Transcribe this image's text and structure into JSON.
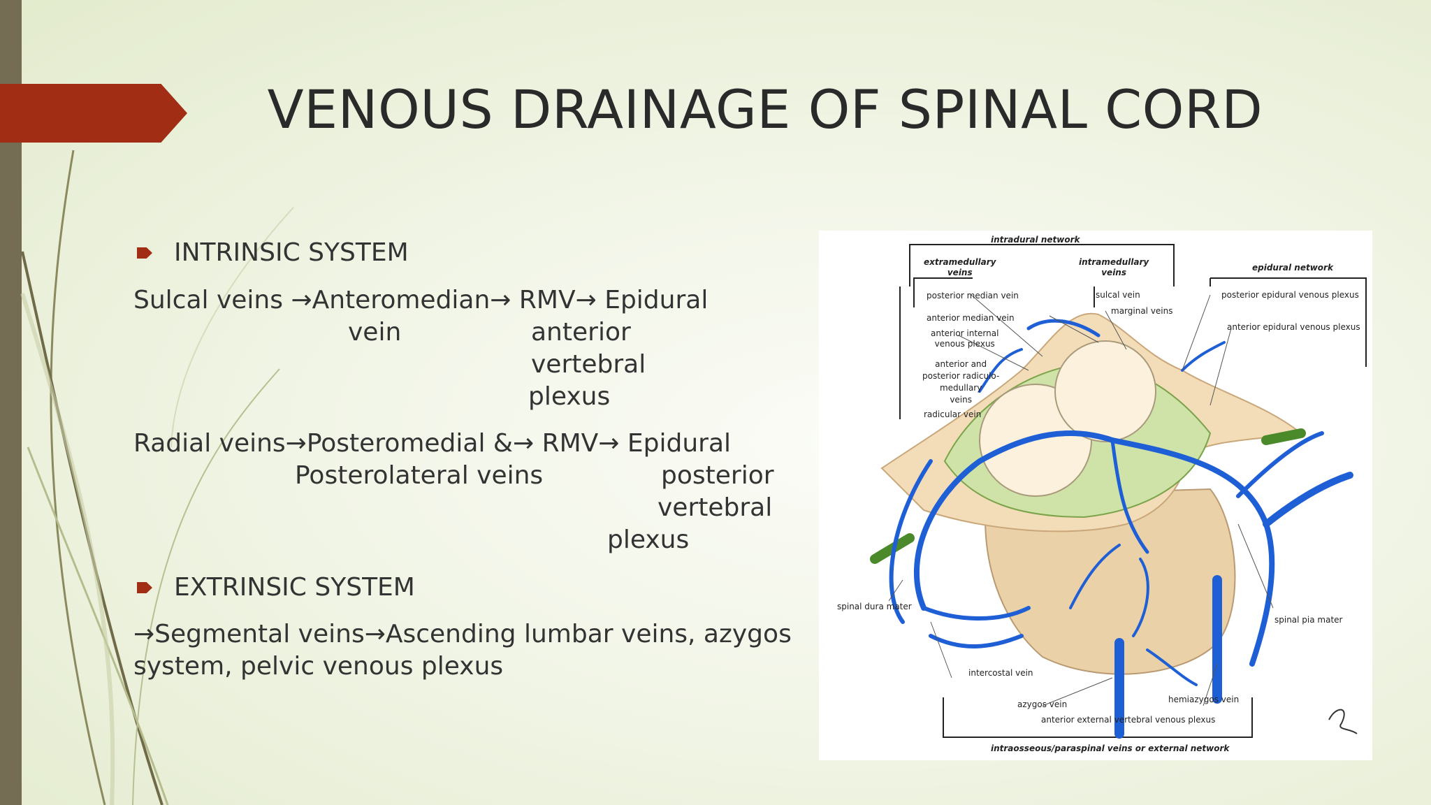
{
  "slide": {
    "title": "VENOUS DRAINAGE OF SPINAL CORD",
    "colors": {
      "accent": "#a22d15",
      "sidebar": "#756d53",
      "text": "#333333"
    }
  },
  "sections": [
    {
      "heading": "INTRINSIC SYSTEM",
      "lines": [
        "Sulcal veins →Anteromedian→ RMV→ Epidural",
        "vein",
        "anterior",
        "vertebral",
        "plexus",
        "Radial veins→Posteromedial &→ RMV→ Epidural",
        "Posterolateral veins",
        "posterior",
        "vertebral",
        "plexus"
      ]
    },
    {
      "heading": "EXTRINSIC SYSTEM",
      "lines": [
        "→Segmental veins→Ascending lumbar veins, azygos",
        "system, pelvic venous plexus"
      ]
    }
  ],
  "figure": {
    "labels": {
      "intradural_network": "intradural network",
      "extramedullary_veins": "extramedullary\nveins",
      "intramedullary_veins": "intramedullary\nveins",
      "epidural_network": "epidural network",
      "posterior_median_vein": "posterior median vein",
      "sulcal_vein": "sulcal vein",
      "marginal_veins": "marginal veins",
      "posterior_epidural_venous_plexus": "posterior epidural venous plexus",
      "anterior_median_vein": "anterior median vein",
      "anterior_internal_venous_plexus": "anterior internal\nvenous plexus",
      "anterior_epidural_venous_plexus": "anterior epidural venous plexus",
      "radiculo_medullary_veins": "anterior and\nposterior radiculo-\nmedullary\nveins",
      "radicular_vein": "radicular vein",
      "spinal_dura_mater": "spinal dura mater",
      "spinal_pia_mater": "spinal pia mater",
      "intercostal_vein": "intercostal vein",
      "azygos_vein": "azygos vein",
      "hemiazygos_vein": "hemiazygos vein",
      "anterior_external_vertebral_venous_plexus": "anterior external vertebral venous plexus",
      "external_network": "intraosseous/paraspinal veins or external network"
    }
  }
}
